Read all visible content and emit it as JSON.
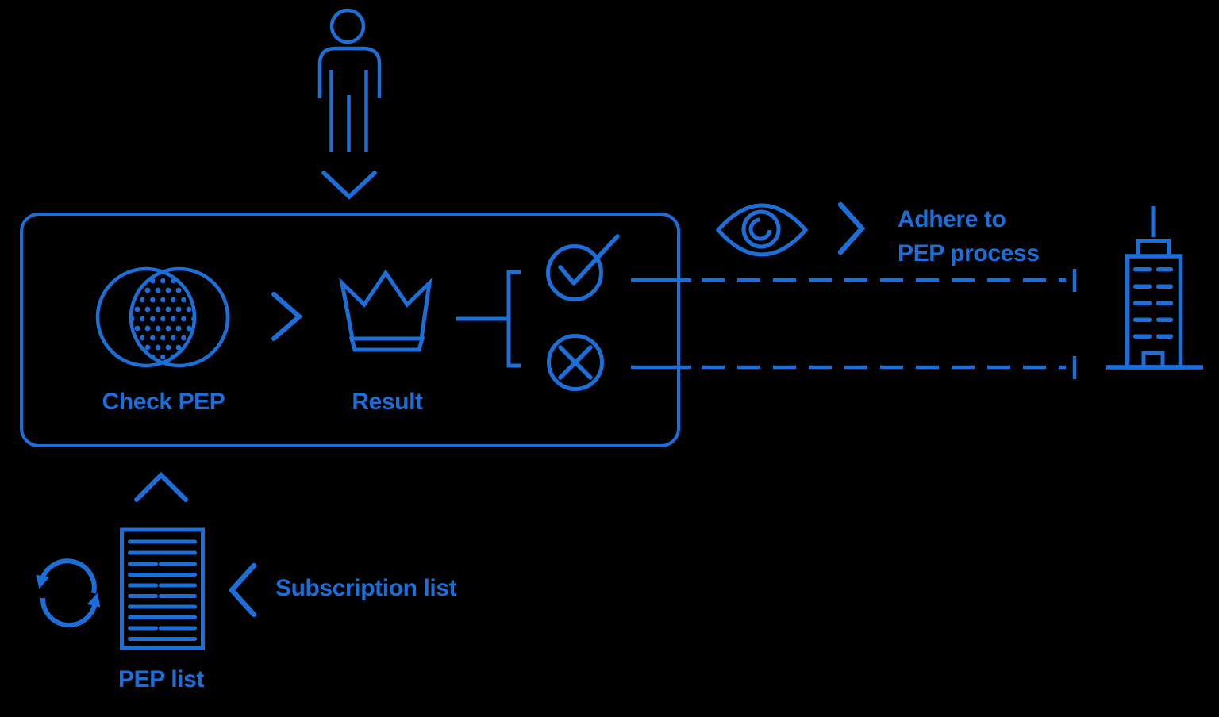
{
  "colors": {
    "accent": "#1c6fd8",
    "background": "#000000"
  },
  "diagram": {
    "main_box": {
      "check_pep": {
        "label": "Check PEP",
        "icon": "venn-match-icon"
      },
      "result": {
        "label": "Result",
        "icon": "crown-icon"
      },
      "outcomes": {
        "approved_icon": "check-circle-icon",
        "rejected_icon": "cross-circle-icon"
      }
    },
    "inputs": {
      "customer_icon": "person-icon",
      "customer_arrow_icon": "arrow-down-icon",
      "pep_list": {
        "label": "PEP list",
        "icon": "document-icon",
        "refresh_icon": "sync-icon",
        "arrow_icon": "chevron-up-icon"
      },
      "subscription": {
        "label": "Subscription list",
        "arrow_icon": "chevron-left-icon"
      }
    },
    "monitoring": {
      "icon": "eye-icon",
      "arrow_icon": "chevron-right-icon",
      "note_line1": "Adhere to",
      "note_line2": "PEP process",
      "target_icon": "building-icon"
    }
  }
}
